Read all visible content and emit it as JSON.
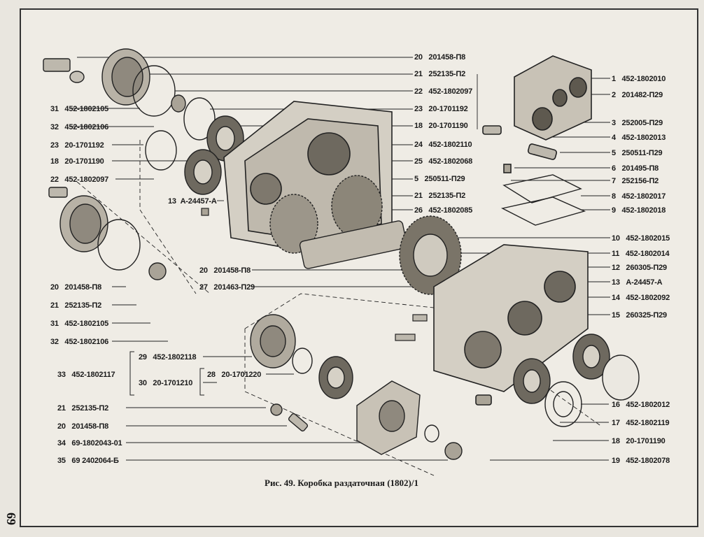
{
  "page_number": "69",
  "caption": "Рис. 49. Коробка раздаточная (1802)/1",
  "callouts_right": [
    {
      "num": "20",
      "code": "201458-П8"
    },
    {
      "num": "21",
      "code": "252135-П2"
    },
    {
      "num": "22",
      "code": "452-1802097"
    },
    {
      "num": "23",
      "code": "20-1701192"
    },
    {
      "num": "18",
      "code": "20-1701190"
    },
    {
      "num": "24",
      "code": "452-1802110"
    },
    {
      "num": "25",
      "code": "452-1802068"
    },
    {
      "num": "5",
      "code": "250511-П29"
    },
    {
      "num": "21",
      "code": "252135-П2"
    },
    {
      "num": "26",
      "code": "452-1802085"
    }
  ],
  "callouts_far_right": [
    {
      "num": "1",
      "code": "452-1802010"
    },
    {
      "num": "2",
      "code": "201482-П29"
    },
    {
      "num": "3",
      "code": "252005-П29"
    },
    {
      "num": "4",
      "code": "452-1802013"
    },
    {
      "num": "5",
      "code": "250511-П29"
    },
    {
      "num": "6",
      "code": "201495-П8"
    },
    {
      "num": "7",
      "code": "252156-П2"
    },
    {
      "num": "8",
      "code": "452-1802017"
    },
    {
      "num": "9",
      "code": "452-1802018"
    },
    {
      "num": "10",
      "code": "452-1802015"
    },
    {
      "num": "11",
      "code": "452-1802014"
    },
    {
      "num": "12",
      "code": "260305-П29"
    },
    {
      "num": "13",
      "code": "А-24457-А"
    },
    {
      "num": "14",
      "code": "452-1802092"
    },
    {
      "num": "15",
      "code": "260325-П29"
    },
    {
      "num": "16",
      "code": "452-1802012"
    },
    {
      "num": "17",
      "code": "452-1802119"
    },
    {
      "num": "18",
      "code": "20-1701190"
    },
    {
      "num": "19",
      "code": "452-1802078"
    }
  ],
  "callouts_left": [
    {
      "num": "31",
      "code": "452-1802105"
    },
    {
      "num": "32",
      "code": "452-1802106"
    },
    {
      "num": "23",
      "code": "20-1701192"
    },
    {
      "num": "18",
      "code": "20-1701190"
    },
    {
      "num": "22",
      "code": "452-1802097"
    },
    {
      "num": "13",
      "code": "А-24457-А"
    },
    {
      "num": "20",
      "code": "201458-П8"
    },
    {
      "num": "27",
      "code": "201463-П29"
    },
    {
      "num": "20",
      "code": "201458-П8"
    },
    {
      "num": "21",
      "code": "252135-П2"
    },
    {
      "num": "31",
      "code": "452-1802105"
    },
    {
      "num": "32",
      "code": "452-1802106"
    }
  ],
  "callouts_bottom": [
    {
      "num": "29",
      "code": "452-1802118"
    },
    {
      "num": "33",
      "code": "452-1802117"
    },
    {
      "num": "30",
      "code": "20-1701210"
    },
    {
      "num": "28",
      "code": "20-1701220"
    },
    {
      "num": "21",
      "code": "252135-П2"
    },
    {
      "num": "20",
      "code": "201458-П8"
    },
    {
      "num": "34",
      "code": "69-1802043-01"
    },
    {
      "num": "35",
      "code": "69 2402064-Б"
    }
  ]
}
